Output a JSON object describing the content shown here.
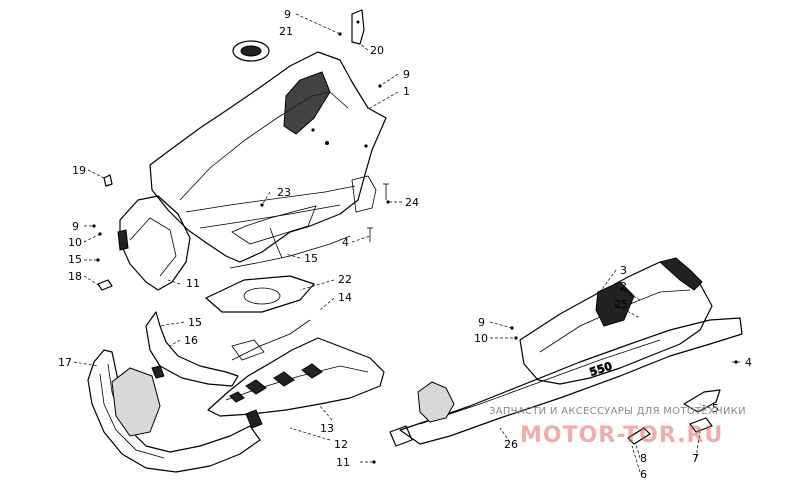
{
  "diagram": {
    "callouts": [
      {
        "id": "c9a",
        "label": "9"
      },
      {
        "id": "c21",
        "label": "21"
      },
      {
        "id": "c20",
        "label": "20"
      },
      {
        "id": "c9b",
        "label": "9"
      },
      {
        "id": "c1",
        "label": "1"
      },
      {
        "id": "c19",
        "label": "19"
      },
      {
        "id": "c23",
        "label": "23"
      },
      {
        "id": "c24",
        "label": "24"
      },
      {
        "id": "c9c",
        "label": "9"
      },
      {
        "id": "c10a",
        "label": "10"
      },
      {
        "id": "c4a",
        "label": "4"
      },
      {
        "id": "c15a",
        "label": "15"
      },
      {
        "id": "c15b",
        "label": "15"
      },
      {
        "id": "c18",
        "label": "18"
      },
      {
        "id": "c11a",
        "label": "11"
      },
      {
        "id": "c22",
        "label": "22"
      },
      {
        "id": "c14",
        "label": "14"
      },
      {
        "id": "c15c",
        "label": "15"
      },
      {
        "id": "c16",
        "label": "16"
      },
      {
        "id": "c17",
        "label": "17"
      },
      {
        "id": "c3",
        "label": "3"
      },
      {
        "id": "c2",
        "label": "2"
      },
      {
        "id": "c25",
        "label": "25"
      },
      {
        "id": "c9d",
        "label": "9"
      },
      {
        "id": "c10b",
        "label": "10"
      },
      {
        "id": "c4b",
        "label": "4"
      },
      {
        "id": "c5",
        "label": "5"
      },
      {
        "id": "c13",
        "label": "13"
      },
      {
        "id": "c12",
        "label": "12"
      },
      {
        "id": "c11b",
        "label": "11"
      },
      {
        "id": "c26",
        "label": "26"
      },
      {
        "id": "c8",
        "label": "8"
      },
      {
        "id": "c6",
        "label": "6"
      },
      {
        "id": "c7",
        "label": "7"
      }
    ],
    "decal_text": "550"
  },
  "watermark": {
    "line1": "ЗАПЧАСТИ И АКСЕССУАРЫ ДЛЯ МОТОТЕХНИКИ",
    "line2": "MOTOR-TOR.RU",
    "color": "#e04848"
  }
}
